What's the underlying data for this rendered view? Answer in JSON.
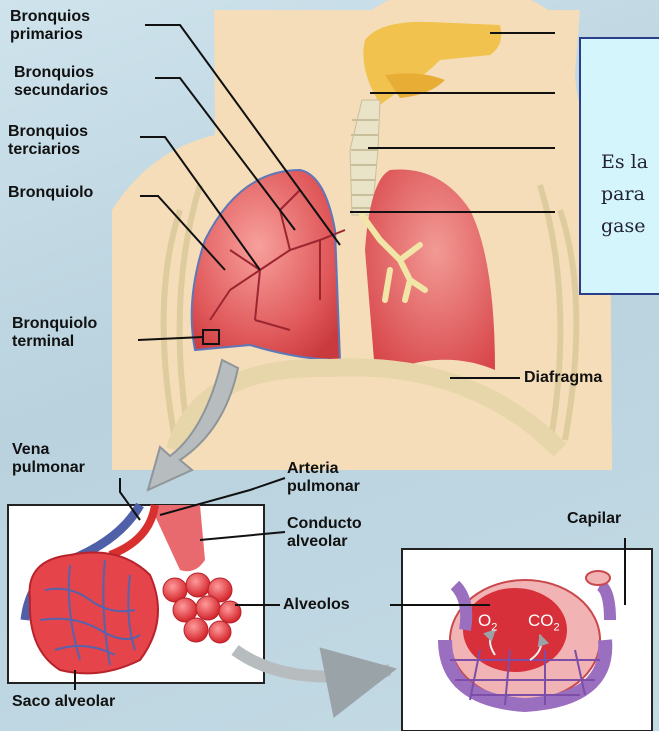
{
  "labels": {
    "bronquios_primarios": "Bronquios\nprimarios",
    "bronquios_secundarios": "Bronquios\nsecundarios",
    "bronquios_terciarios": "Bronquios\nterciarios",
    "bronquiolo": "Bronquiolo",
    "bronquiolo_terminal": "Bronquiolo\nterminal",
    "diafragma": "Diafragma",
    "vena_pulmonar": "Vena\npulmonar",
    "arteria_pulmonar": "Arteria\npulmonar",
    "conducto_alveolar": "Conducto\nalveolar",
    "alveolos": "Alveolos",
    "capilar": "Capilar",
    "saco_alveolar": "Saco alveolar"
  },
  "gases": {
    "o2": "O",
    "o2_sub": "2",
    "co2": "CO",
    "co2_sub": "2"
  },
  "note": {
    "line1": "Es la",
    "line2": "para",
    "line3": "gase"
  },
  "colors": {
    "airway": "#f2c24e",
    "lung": "#e0585a",
    "vein": "#4f5fa8",
    "artery": "#d8302e",
    "capillary": "#9a6fc0",
    "note_bg": "#d4f5fb"
  }
}
